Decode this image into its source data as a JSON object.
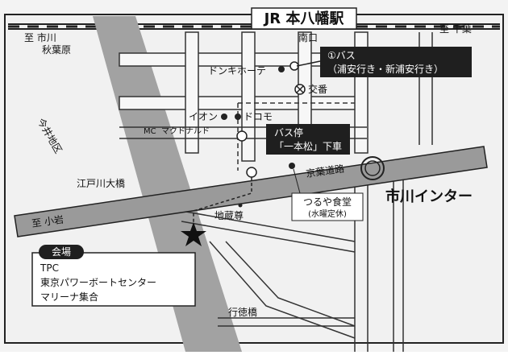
{
  "station": {
    "title": "JR 本八幡駅",
    "south_exit": "南口"
  },
  "directions": {
    "to_ichikawa": "至 市川",
    "to_akihabara": "秋葉原",
    "to_chiba": "至 千葉"
  },
  "callouts": {
    "bus_title": "①バス",
    "bus_detail": "（浦安行き・新浦安行き）",
    "stop_title": "バス停",
    "stop_name": "「一本松」下車"
  },
  "landmarks": {
    "donki": "ドンキホーテ",
    "koban": "交番",
    "aeon": "イオン",
    "docomo": "ドコモ",
    "mcd_prefix": "MC",
    "mcd": "マクドナルド",
    "tsuruya": "つるや食堂",
    "tsuruya_note": "(水曜定休)",
    "jizo": "地蔵尊",
    "ichikawa_ic": "市川インター",
    "edogawa_bridge": "江戸川大橋",
    "keiyo_road": "京葉道路",
    "road_left": "至 小岩",
    "area_name": "今井地区",
    "gyotoku": "行徳橋"
  },
  "venue": {
    "tag": "会場",
    "line1": "TPC",
    "line2": "東京パワーボートセンター",
    "line3": "マリーナ集合"
  },
  "colors": {
    "road_band": "#9a9a9a",
    "box_dark": "#1f1f1f",
    "river": "#8f8f8f"
  }
}
